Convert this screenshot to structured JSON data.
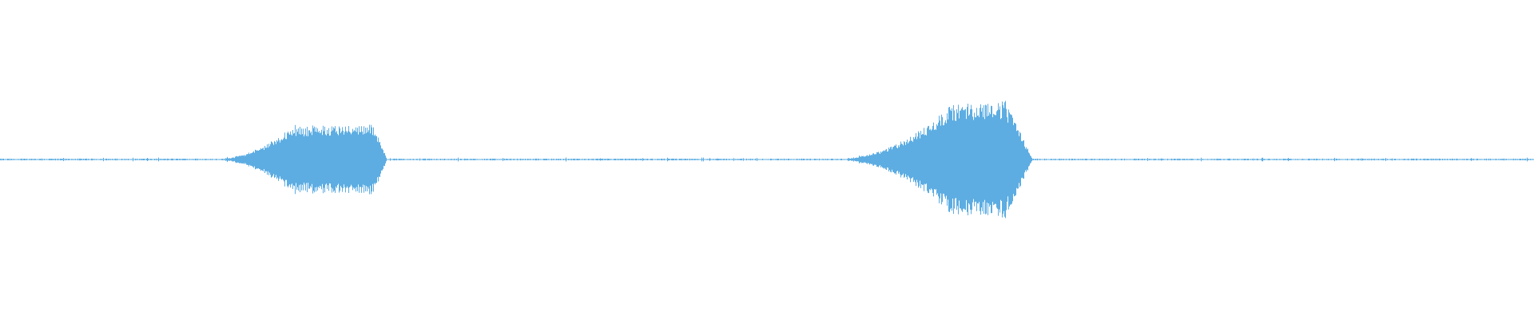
{
  "waveform": {
    "color": "#5DADE2",
    "background": "#ffffff",
    "samples": 1920,
    "bursts": [
      {
        "name": "burst-1",
        "start_fraction": 0.14,
        "attack_end_fraction": 0.19,
        "sustain_end_fraction": 0.243,
        "end_fraction": 0.252,
        "peak_amplitude": 0.58,
        "attack_shape": "concave"
      },
      {
        "name": "burst-2",
        "start_fraction": 0.545,
        "attack_end_fraction": 0.62,
        "sustain_end_fraction": 0.655,
        "end_fraction": 0.673,
        "peak_amplitude": 0.98,
        "attack_shape": "concave"
      }
    ],
    "baseline_noise_level": 0.025
  }
}
